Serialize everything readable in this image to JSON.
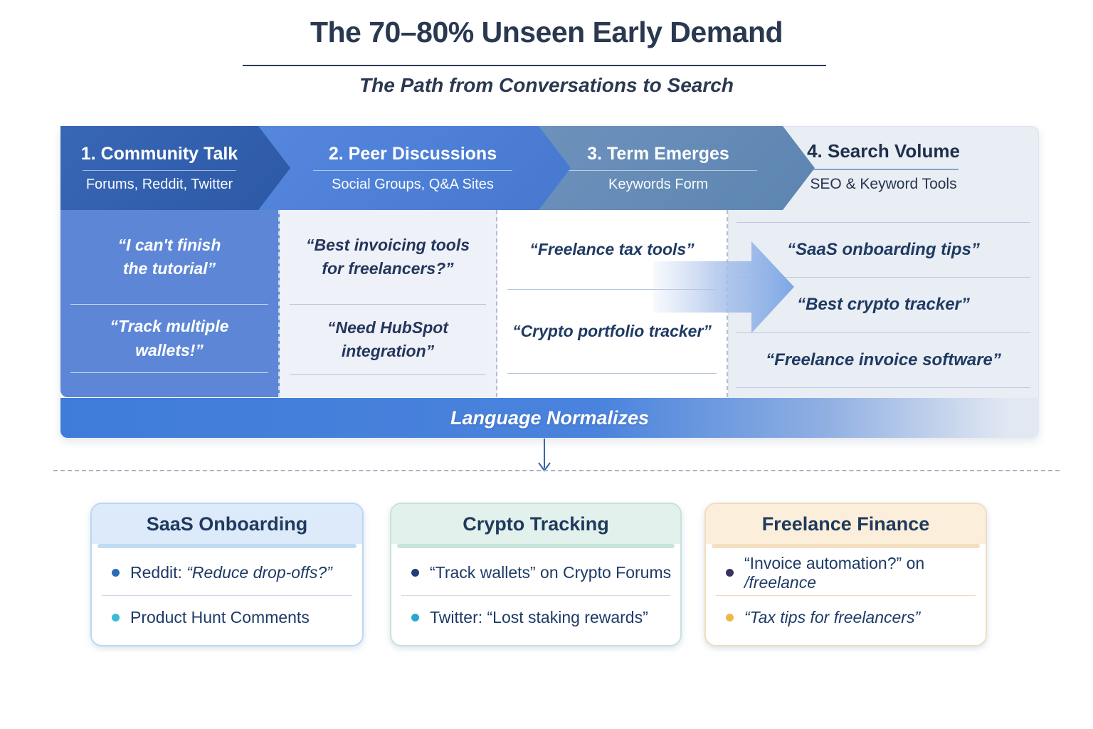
{
  "header": {
    "title": "The 70–80% Unseen Early Demand",
    "subtitle": "The Path from Conversations to Search"
  },
  "stages": [
    {
      "title": "1. Community Talk",
      "subtitle": "Forums, Reddit, Twitter",
      "quotes": [
        "“I can't finish\nthe tutorial”",
        "“Track multiple\nwallets!”"
      ]
    },
    {
      "title": "2. Peer Discussions",
      "subtitle": "Social Groups, Q&A Sites",
      "quotes": [
        "“Best invoicing tools\nfor freelancers?”",
        "“Need HubSpot\nintegration”"
      ]
    },
    {
      "title": "3. Term Emerges",
      "subtitle": "Keywords Form",
      "quotes": [
        "“Freelance tax tools”",
        "“Crypto portfolio tracker”"
      ]
    },
    {
      "title": "4. Search Volume",
      "subtitle": "SEO & Keyword Tools",
      "quotes": [
        "“SaaS onboarding tips”",
        "“Best crypto tracker”",
        "“Freelance invoice software”"
      ]
    }
  ],
  "banner": {
    "label": "Language Normalizes"
  },
  "cards": [
    {
      "title": "SaaS Onboarding",
      "items": [
        {
          "pre": "Reddit: ",
          "em": "“Reduce drop-offs?”",
          "post": "",
          "dot": "#2b6cb8"
        },
        {
          "pre": "Product Hunt Comments",
          "em": "",
          "post": "",
          "dot": "#38bcd9"
        }
      ]
    },
    {
      "title": "Crypto Tracking",
      "items": [
        {
          "pre": "“Track wallets” on Crypto Forums",
          "em": "",
          "post": "",
          "dot": "#1f3f78"
        },
        {
          "pre": "Twitter: “Lost staking rewards”",
          "em": "",
          "post": "",
          "dot": "#28a9cc"
        }
      ]
    },
    {
      "title": "Freelance Finance",
      "items": [
        {
          "pre": "“Invoice automation?” on ",
          "em": "/freelance",
          "post": "",
          "dot": "#3b3263"
        },
        {
          "pre": "",
          "em": "“Tax tips for freelancers”",
          "post": "",
          "dot": "#f0b843"
        }
      ]
    }
  ],
  "colors": {
    "stage1_chevron": "#2d59a6",
    "stage1_body": "#5d87d6",
    "stage2_chevron": "#4678d0",
    "stage2_body": "#eef1f8",
    "stage3_chevron": "#5d85b1",
    "stage3_body": "#ffffff",
    "stage4_panel": "#e9edf4",
    "banner_blue": "#3f7cd9",
    "title_navy": "#2a3850",
    "quote_navy": "#1e3a63"
  }
}
